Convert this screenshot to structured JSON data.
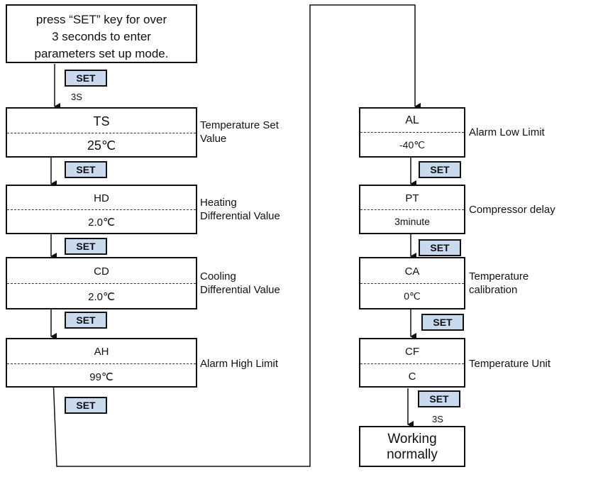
{
  "intro": {
    "line1": "press “SET” key for over",
    "line2": "3 seconds to enter",
    "line3": "parameters set up mode."
  },
  "set_label": "SET",
  "hold_label": "3S",
  "params": [
    {
      "code": "TS",
      "value": "25℃",
      "desc1": "Temperature Set",
      "desc2": "Value"
    },
    {
      "code": "HD",
      "value": "2.0℃",
      "desc1": "Heating",
      "desc2": "Differential Value"
    },
    {
      "code": "CD",
      "value": "2.0℃",
      "desc1": "Cooling",
      "desc2": "Differential Value"
    },
    {
      "code": "AH",
      "value": "99℃",
      "desc1": "Alarm High Limit",
      "desc2": ""
    },
    {
      "code": "AL",
      "value": "-40℃",
      "desc1": "Alarm Low Limit",
      "desc2": ""
    },
    {
      "code": "PT",
      "value": "3minute",
      "desc1": "Compressor delay",
      "desc2": ""
    },
    {
      "code": "CA",
      "value": "0℃",
      "desc1": "Temperature",
      "desc2": "calibration"
    },
    {
      "code": "CF",
      "value": "C",
      "desc1": "Temperature Unit",
      "desc2": ""
    }
  ],
  "final": {
    "line1": "Working",
    "line2": "normally"
  }
}
